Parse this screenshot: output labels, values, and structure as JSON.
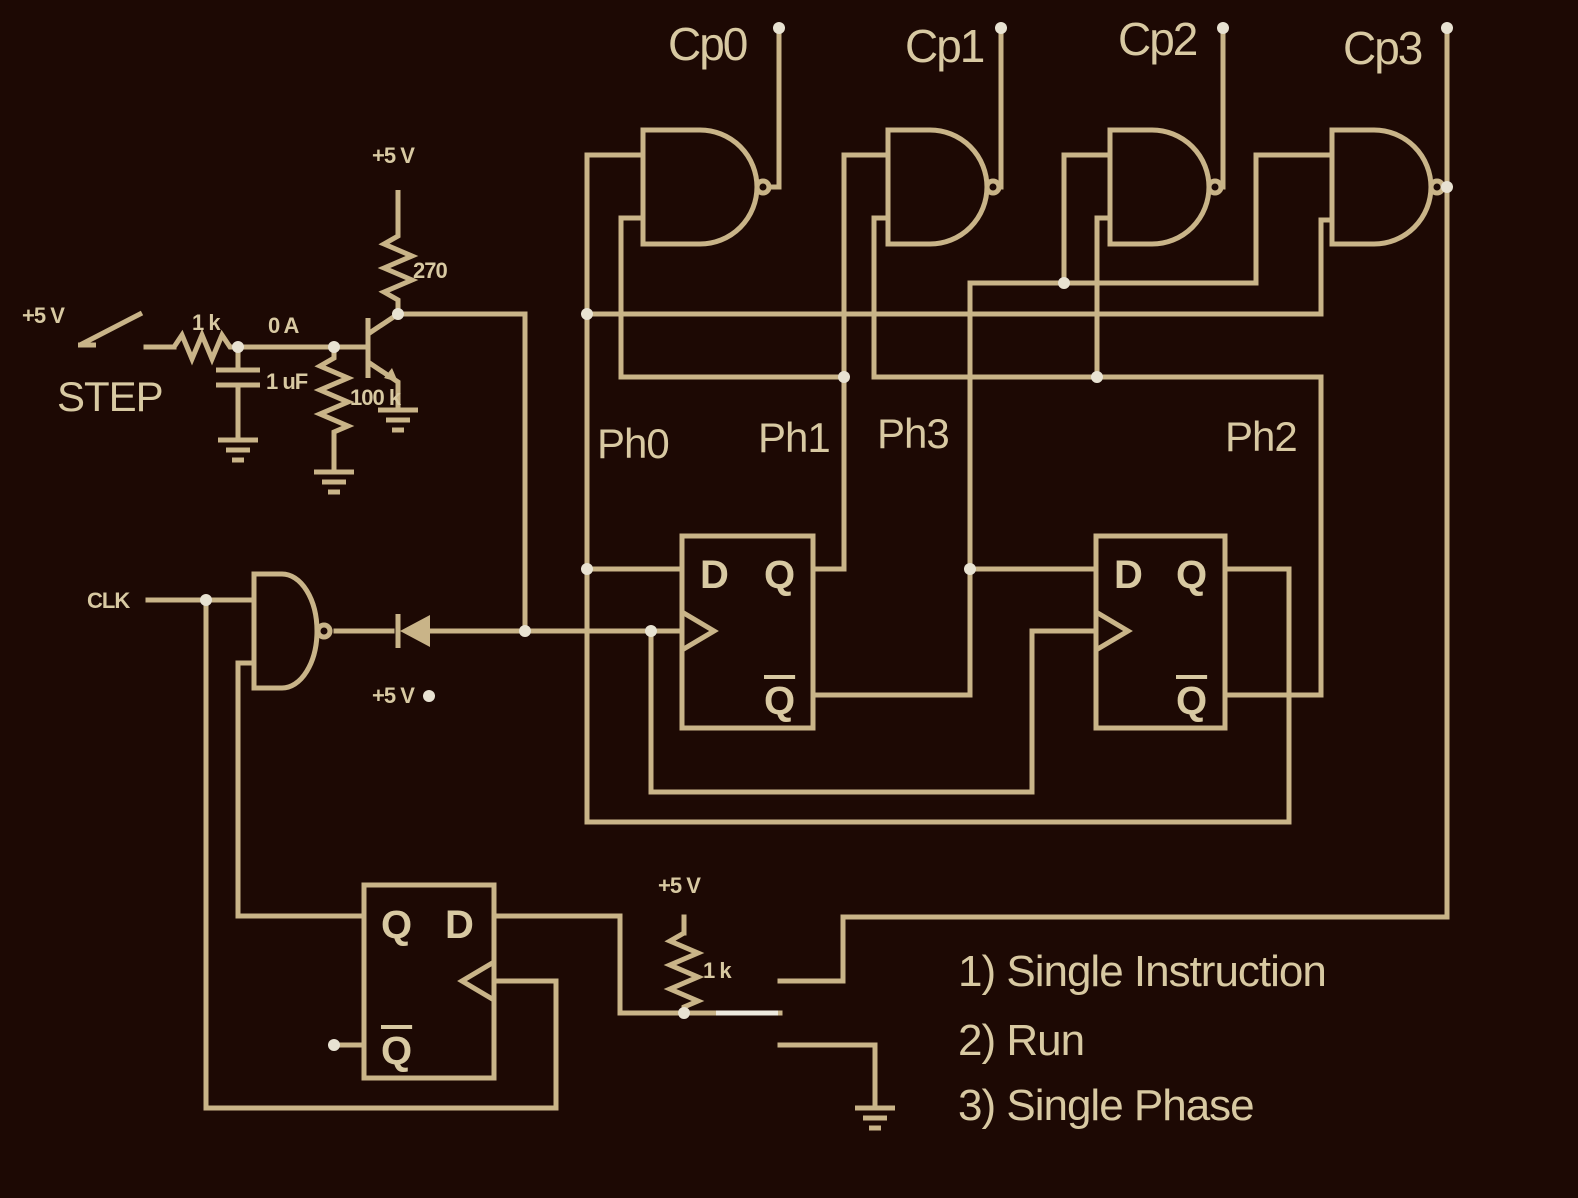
{
  "labels": {
    "cp0": "Cp0",
    "cp1": "Cp1",
    "cp2": "Cp2",
    "cp3": "Cp3",
    "ph0": "Ph0",
    "ph1": "Ph1",
    "ph2": "Ph2",
    "ph3": "Ph3",
    "step": "STEP",
    "clk": "CLK",
    "v5_step": "+5 V",
    "v5_top": "+5 V",
    "v5_diode": "+5 V",
    "v5_bottom": "+5 V",
    "r_step": "1 k",
    "r_bottom": "1 k",
    "r_collector": "270",
    "r_base": "100 k",
    "cap": "1 uF",
    "current": "0 A"
  },
  "ff": {
    "d": "D",
    "q": "Q",
    "qbar": "Q"
  },
  "modes": [
    "1) Single Instruction",
    "2) Run",
    "3) Single Phase"
  ]
}
